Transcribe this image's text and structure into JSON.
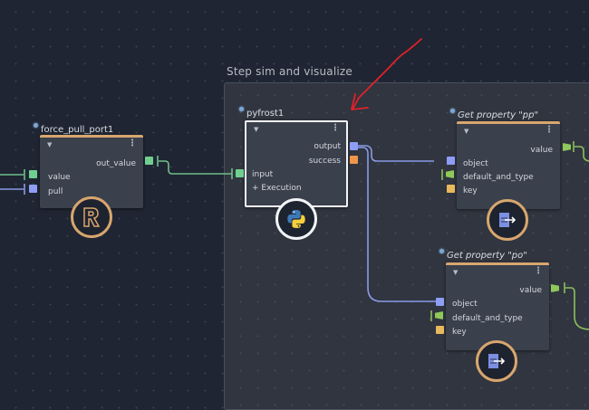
{
  "backdrop": {
    "title": "Step sim and visualize"
  },
  "colors": {
    "canvas_bg": "#1f2532",
    "backdrop_bg": "#30353f",
    "node_bg": "#3a404c",
    "compound_accent": "#d8a66e",
    "selected_border": "#f2f4f7",
    "port_green": "#6fcf8f",
    "port_blue": "#8e9ef5",
    "port_orange": "#f0954a",
    "port_lime": "#8ec95a",
    "port_yellow": "#e8b85c",
    "edge_green": "#6fbf8a",
    "edge_blue": "#8a9ae8",
    "edge_lime": "#8cbf5e",
    "annotation_red": "#e0222a"
  },
  "nodes": [
    {
      "id": "force_pull_port1",
      "label": "force_pull_port1",
      "icon": "r-logo-icon",
      "inputs": [
        "value",
        "pull"
      ],
      "outputs": [
        "out_value"
      ]
    },
    {
      "id": "pyfrost1",
      "label": "pyfrost1",
      "icon": "python-icon",
      "selected": true,
      "inputs": [
        "input"
      ],
      "outputs": [
        "output",
        "success"
      ],
      "sections": [
        "Execution"
      ]
    },
    {
      "id": "get_property_pp",
      "label": "Get property \"pp\"",
      "icon": "get-property-icon",
      "inputs": [
        "object",
        "default_and_type",
        "key"
      ],
      "outputs": [
        "value"
      ]
    },
    {
      "id": "get_property_po",
      "label": "Get property \"po\"",
      "icon": "get-property-icon",
      "inputs": [
        "object",
        "default_and_type",
        "key"
      ],
      "outputs": [
        "value"
      ]
    }
  ],
  "glyphs": {
    "collapse": "▼",
    "menu": "⋮",
    "section_expand": "+"
  }
}
